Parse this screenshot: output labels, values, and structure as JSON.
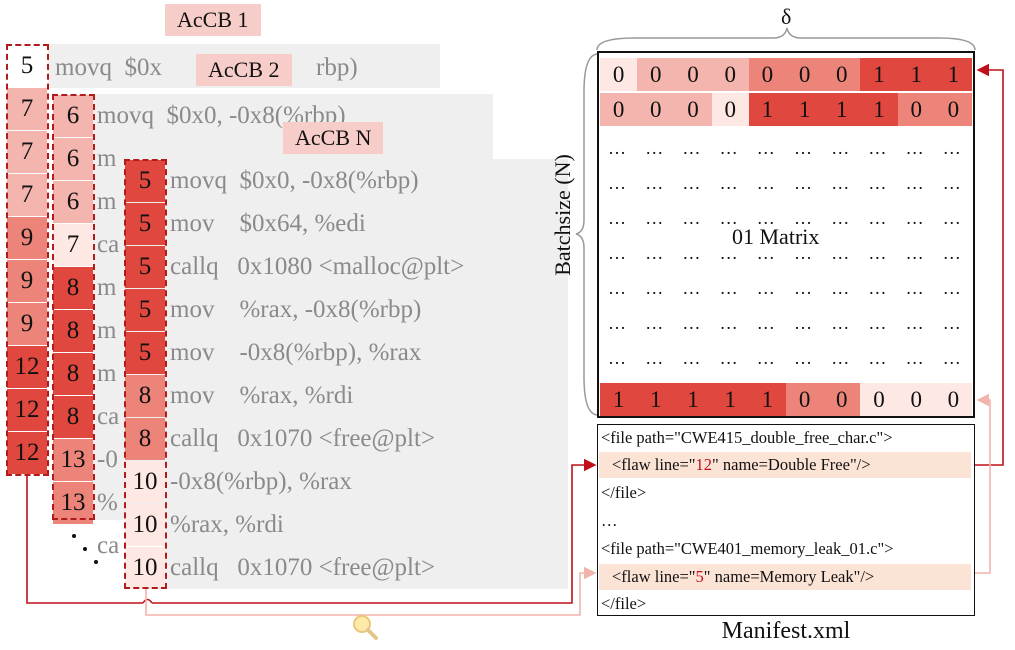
{
  "accb_labels": [
    "AcCB 1",
    "AcCB 2",
    "AcCB N"
  ],
  "panel1": {
    "numbers": [
      "5",
      "7",
      "7",
      "7",
      "9",
      "9",
      "9",
      "12",
      "12",
      "12"
    ],
    "visible_code": [
      "movq  $0x",
      "rbp)"
    ]
  },
  "panel2": {
    "numbers": [
      "6",
      "6",
      "6",
      "7",
      "8",
      "8",
      "8",
      "8",
      "13",
      "13"
    ],
    "visible_code": [
      "movq  $0x0, -0x8(%rbp)",
      "m",
      "m",
      "ca",
      "m",
      "m",
      "m",
      "ca",
      "-0",
      "%",
      "ca"
    ]
  },
  "panelN": {
    "numbers": [
      "5",
      "5",
      "5",
      "5",
      "5",
      "8",
      "8",
      "10",
      "10",
      "10"
    ],
    "code": [
      "movq  $0x0, -0x8(%rbp)",
      "mov    $0x64, %edi",
      "callq   0x1080 <malloc@plt>",
      "mov    %rax, -0x8(%rbp)",
      "mov    -0x8(%rbp), %rax",
      "mov    %rax, %rdi",
      "callq   0x1070 <free@plt>",
      "-0x8(%rbp), %rax",
      "%rax, %rdi",
      "callq   0x1070 <free@plt>"
    ]
  },
  "matrix": {
    "delta_label": "δ",
    "batch_label": "Batchsize (N)",
    "center_label": "01 Matrix",
    "row1": [
      "0",
      "0",
      "0",
      "0",
      "0",
      "0",
      "0",
      "1",
      "1",
      "1"
    ],
    "row2": [
      "0",
      "0",
      "0",
      "0",
      "1",
      "1",
      "1",
      "1",
      "0",
      "0"
    ],
    "rowN": [
      "1",
      "1",
      "1",
      "1",
      "1",
      "0",
      "0",
      "0",
      "0",
      "0"
    ],
    "ellipsis": "…"
  },
  "manifest": {
    "title": "Manifest.xml",
    "lines": {
      "file1_open": "<file path=\"CWE415_double_free_char.c\">",
      "flaw1_pre": "<flaw line=\"",
      "flaw1_line": "12",
      "flaw1_post": "\" name=Double Free\"/>",
      "file_close1": "</file>",
      "dots": "…",
      "file2_open": "<file path=\"CWE401_memory_leak_01.c\">",
      "flaw2_pre": "<flaw line=\"",
      "flaw2_line": "5",
      "flaw2_post": "\" name=Memory Leak\"/>",
      "file_close2": "</file>"
    }
  },
  "colors": {
    "dark_red": "#e0473f",
    "mid_red": "#ec8479",
    "light_red": "#f4b5ae",
    "pale": "#fde8e4",
    "arrow_dark": "#c0101a",
    "arrow_light": "#f2b3ab"
  },
  "icons": [
    "magnifier-icon"
  ]
}
